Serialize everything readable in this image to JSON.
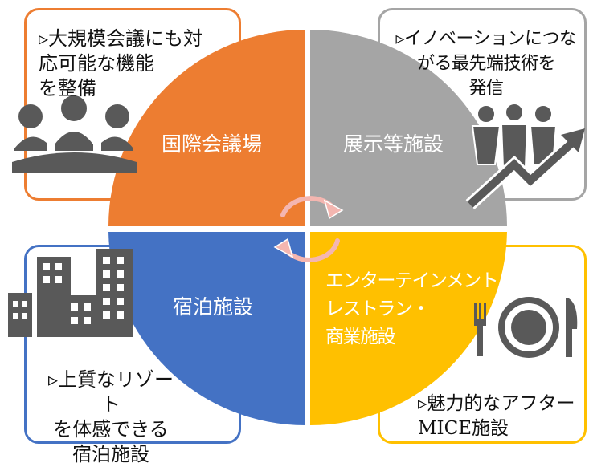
{
  "colors": {
    "orange": "#ED7D31",
    "gray": "#A5A5A5",
    "yellow": "#FFC000",
    "blue": "#4472C4",
    "icon_gray": "#595959",
    "arrow_pink": "#F4B6B0"
  },
  "quadrants": {
    "top_left": {
      "label": "国際会議場",
      "description": "▹大規模会議にも対\n応可能な機能\nを整備",
      "icon": "meeting-people-icon"
    },
    "top_right": {
      "label": "展示等施設",
      "description": "▹イノベーションにつな\nがる最先端技術を\n発信",
      "icon": "people-growth-chart-icon"
    },
    "bottom_left": {
      "label": "宿泊施設",
      "description": "▹上質なリゾート\nを体感できる\n宿泊施設",
      "icon": "buildings-icon"
    },
    "bottom_right": {
      "label": "エンターテインメント・\nレストラン・\n商業施設",
      "description": "▹魅力的なアフター\nMICE施設",
      "icon": "fork-plate-knife-icon"
    }
  },
  "center_icon": "circular-arrows-icon"
}
